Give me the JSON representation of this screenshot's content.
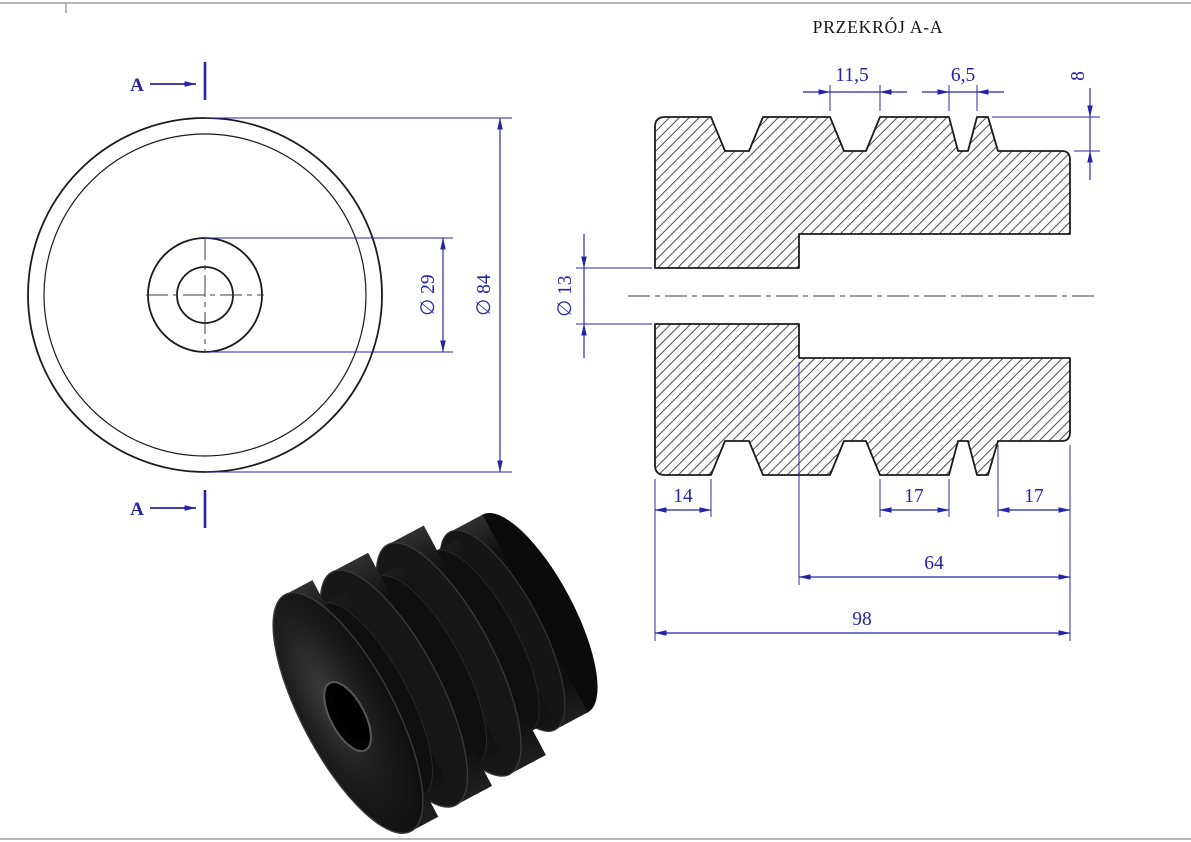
{
  "drawing": {
    "title": "PRZEKRÓJ A-A",
    "views": {
      "front": {
        "section_mark_top": "A",
        "section_mark_bottom": "A",
        "dim_hub_diameter": "∅ 29",
        "dim_outer_diameter": "∅ 84"
      },
      "section": {
        "dim_groove_width_wide": "11,5",
        "dim_groove_width_narrow": "6,5",
        "dim_end_step": "8",
        "dim_bore_diameter": "∅ 13",
        "dim_first_land": "14",
        "dim_mid_land": "17",
        "dim_end_land": "17",
        "dim_counterbore_length": "64",
        "dim_total_length": "98"
      }
    },
    "colors": {
      "geometry": "#1b1b1b",
      "dimension": "#2424aa",
      "part": "#111111",
      "background": "#ffffff"
    }
  }
}
